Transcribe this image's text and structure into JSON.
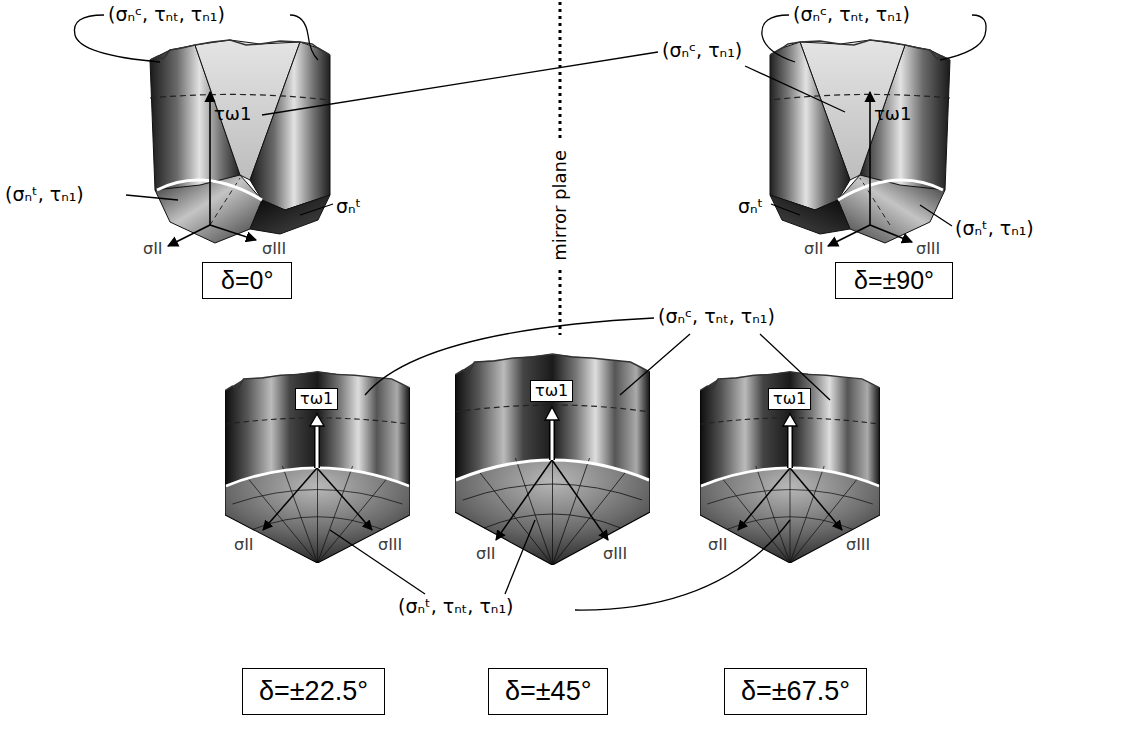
{
  "diagram": {
    "nodes": [
      {
        "text": [
          "δ=0°"
        ]
      },
      {
        "text": [
          "δ=±90°"
        ]
      },
      {
        "text": [
          "δ=±22.5°"
        ]
      },
      {
        "text": [
          "δ=±45°"
        ]
      },
      {
        "text": [
          "δ=±67.5°"
        ]
      }
    ],
    "labels": [
      "(σₙᶜ, τₙₜ, τₙ₁)",
      "(σₙᶜ, τₙ₁)",
      "(σₙᶜ, τₙₜ, τₙ₁)",
      "τω1",
      "τω1",
      "(σₙᵗ, τₙ₁)",
      "σₙᵗ",
      "mirror plane",
      "σₙᵗ",
      "(σₙᵗ, τₙ₁)",
      "σII",
      "σIII",
      "σII",
      "σIII",
      "(σₙᶜ, τₙₜ, τₙ₁)",
      "τω1",
      "τω1",
      "τω1",
      "σII",
      "σIII",
      "σII",
      "σIII",
      "σII",
      "σIII",
      "(σₙᵗ, τₙₜ, τₙ₁)"
    ]
  }
}
